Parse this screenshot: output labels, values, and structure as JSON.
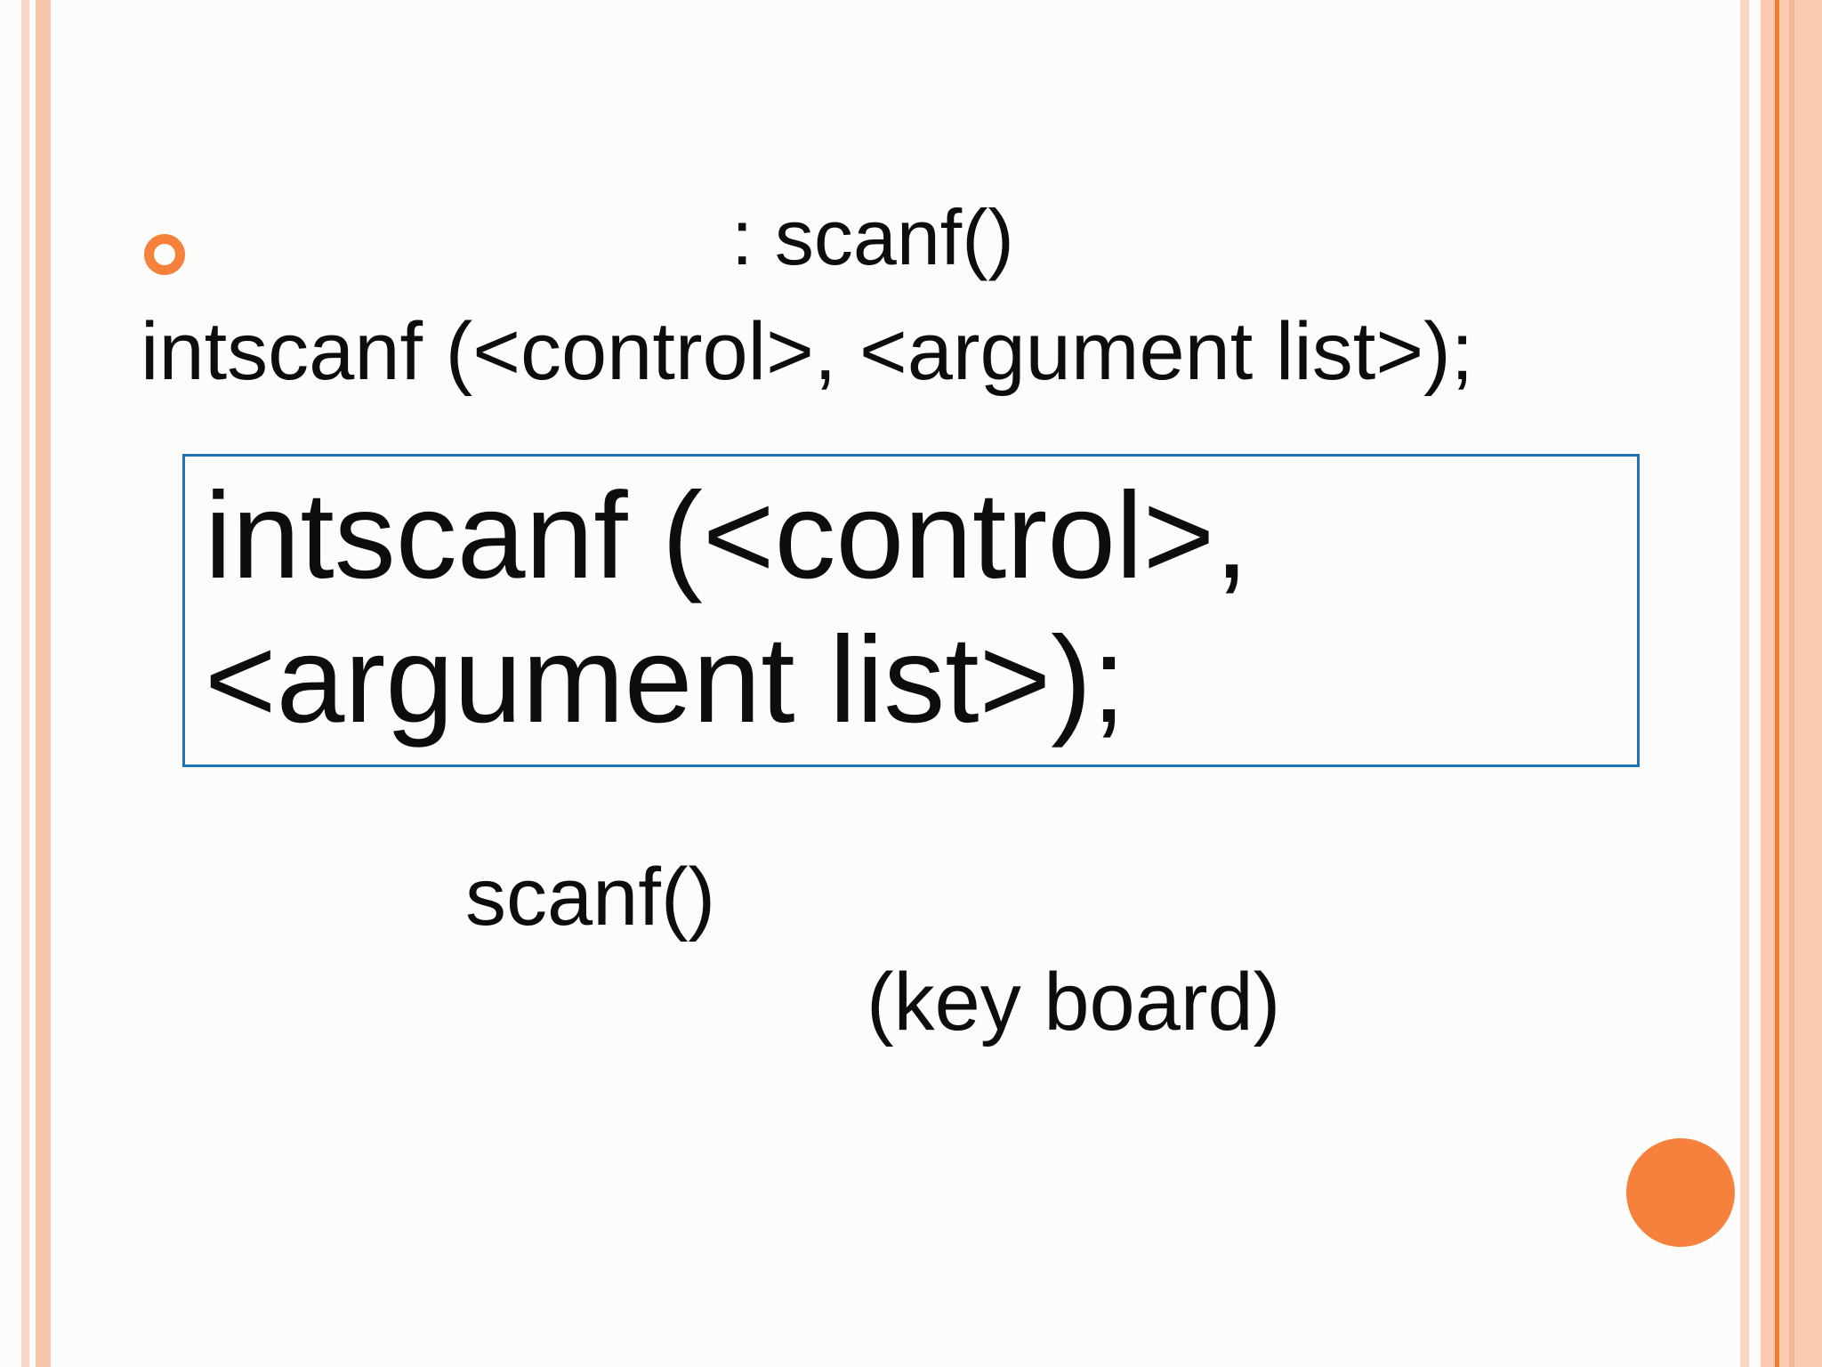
{
  "slide": {
    "bullet_line": {
      "text": ": scanf()"
    },
    "syntax_line": "intscanf (<control>, <argument list>);",
    "box": {
      "line1": "intscanf (<control>,",
      "line2": "<argument list>);"
    },
    "note": {
      "line1": "scanf()",
      "line2": "(key board)"
    }
  },
  "icons": {
    "bullet": "hollow-circle-bullet-icon",
    "decoration": "filled-circle-icon"
  },
  "colors": {
    "accent-orange": "#f5813c",
    "stripe-light": "#fad6c6",
    "stripe-medium": "#f8c5ac",
    "right-band": "#fccab0",
    "right-line": "#ef7c31",
    "right-stripe-dark": "#f3b697",
    "box-border": "#1f73b8",
    "text": "#0d0d0d",
    "background": "#fcfdfb"
  }
}
